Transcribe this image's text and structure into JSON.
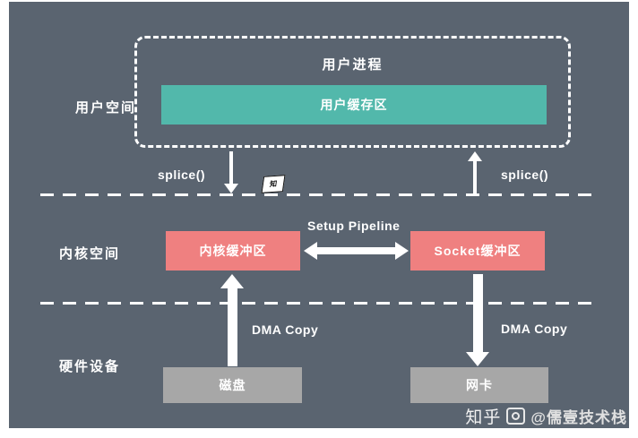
{
  "diagram": {
    "title_context": "splice zero-copy diagram",
    "layers": {
      "user_space_label": "用户空间",
      "kernel_space_label": "内核空间",
      "hardware_label": "硬件设备"
    },
    "user_area": {
      "process_label": "用户进程",
      "buffer_label": "用户缓存区"
    },
    "calls": {
      "splice_left": "splice()",
      "splice_right": "splice()"
    },
    "kernel_area": {
      "kernel_buffer_label": "内核缓冲区",
      "socket_buffer_label": "Socket缓冲区",
      "pipeline_label": "Setup Pipeline"
    },
    "dma": {
      "left_label": "DMA Copy",
      "right_label": "DMA Copy"
    },
    "hardware_area": {
      "disk_label": "磁盘",
      "nic_label": "网卡"
    },
    "watermark": {
      "brand": "知乎",
      "handle": "@儒壹技术栈",
      "inline_badge": "知"
    },
    "colors": {
      "background": "#5a6470",
      "teal_box": "#52b8ab",
      "red_box": "#ef8080",
      "gray_box": "#a7a7a7",
      "line_and_text": "#ffffff"
    }
  }
}
